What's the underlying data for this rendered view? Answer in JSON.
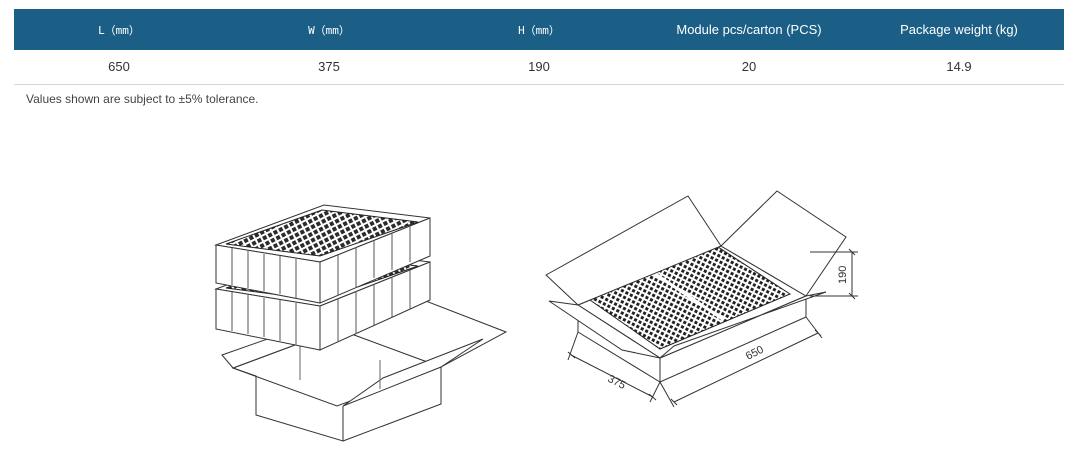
{
  "table": {
    "headers": [
      "L（mm）",
      "W（mm）",
      "H（mm）",
      "Module pcs/carton (PCS)",
      "Package weight (kg)"
    ],
    "row": [
      "650",
      "375",
      "190",
      "20",
      "14.9"
    ]
  },
  "note": "Values shown are subject to ±5% tolerance.",
  "drawing": {
    "dim_width": "375",
    "dim_length": "650",
    "dim_height": "190"
  },
  "colors": {
    "header_bg": "#1c5f86",
    "header_text": "#ffffff"
  }
}
